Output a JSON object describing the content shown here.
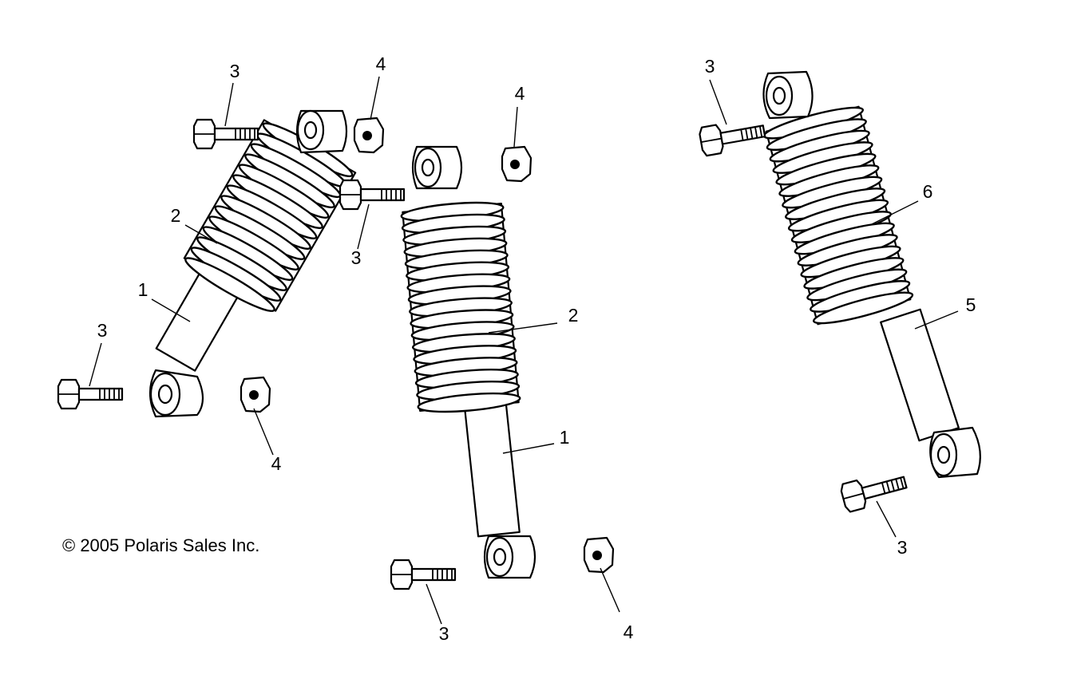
{
  "copyright": "© 2005 Polaris Sales Inc.",
  "callouts": {
    "a3_top": "3",
    "a4_top": "4",
    "a2": "2",
    "a1": "1",
    "a3_bottom": "3",
    "a4_bottom": "4",
    "b4_top": "4",
    "b3_top": "3",
    "b2": "2",
    "b1": "1",
    "b3_bottom": "3",
    "b4_bottom": "4",
    "c3_top": "3",
    "c6": "6",
    "c5": "5",
    "c3_bottom": "3"
  }
}
